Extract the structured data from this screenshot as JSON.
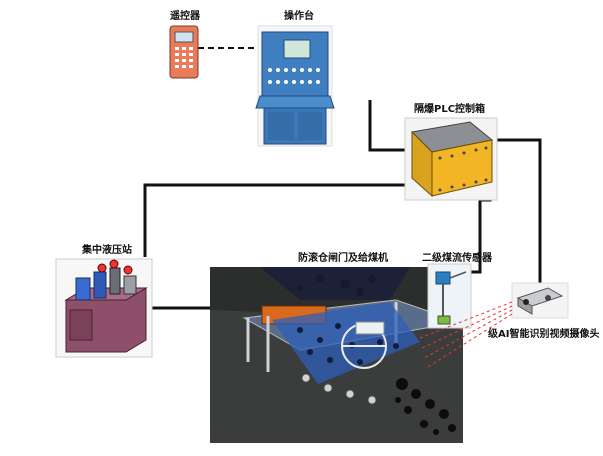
{
  "labels": {
    "remote": "遥控器",
    "console": "操作台",
    "plc_box": "隔爆PLC控制箱",
    "hydraulic": "集中液压站",
    "gate_feeder": "防滚仓闸门及给煤机",
    "flow_sensor": "二级煤流传感器",
    "ai_camera": "级AI智能识别视频摄像头"
  }
}
